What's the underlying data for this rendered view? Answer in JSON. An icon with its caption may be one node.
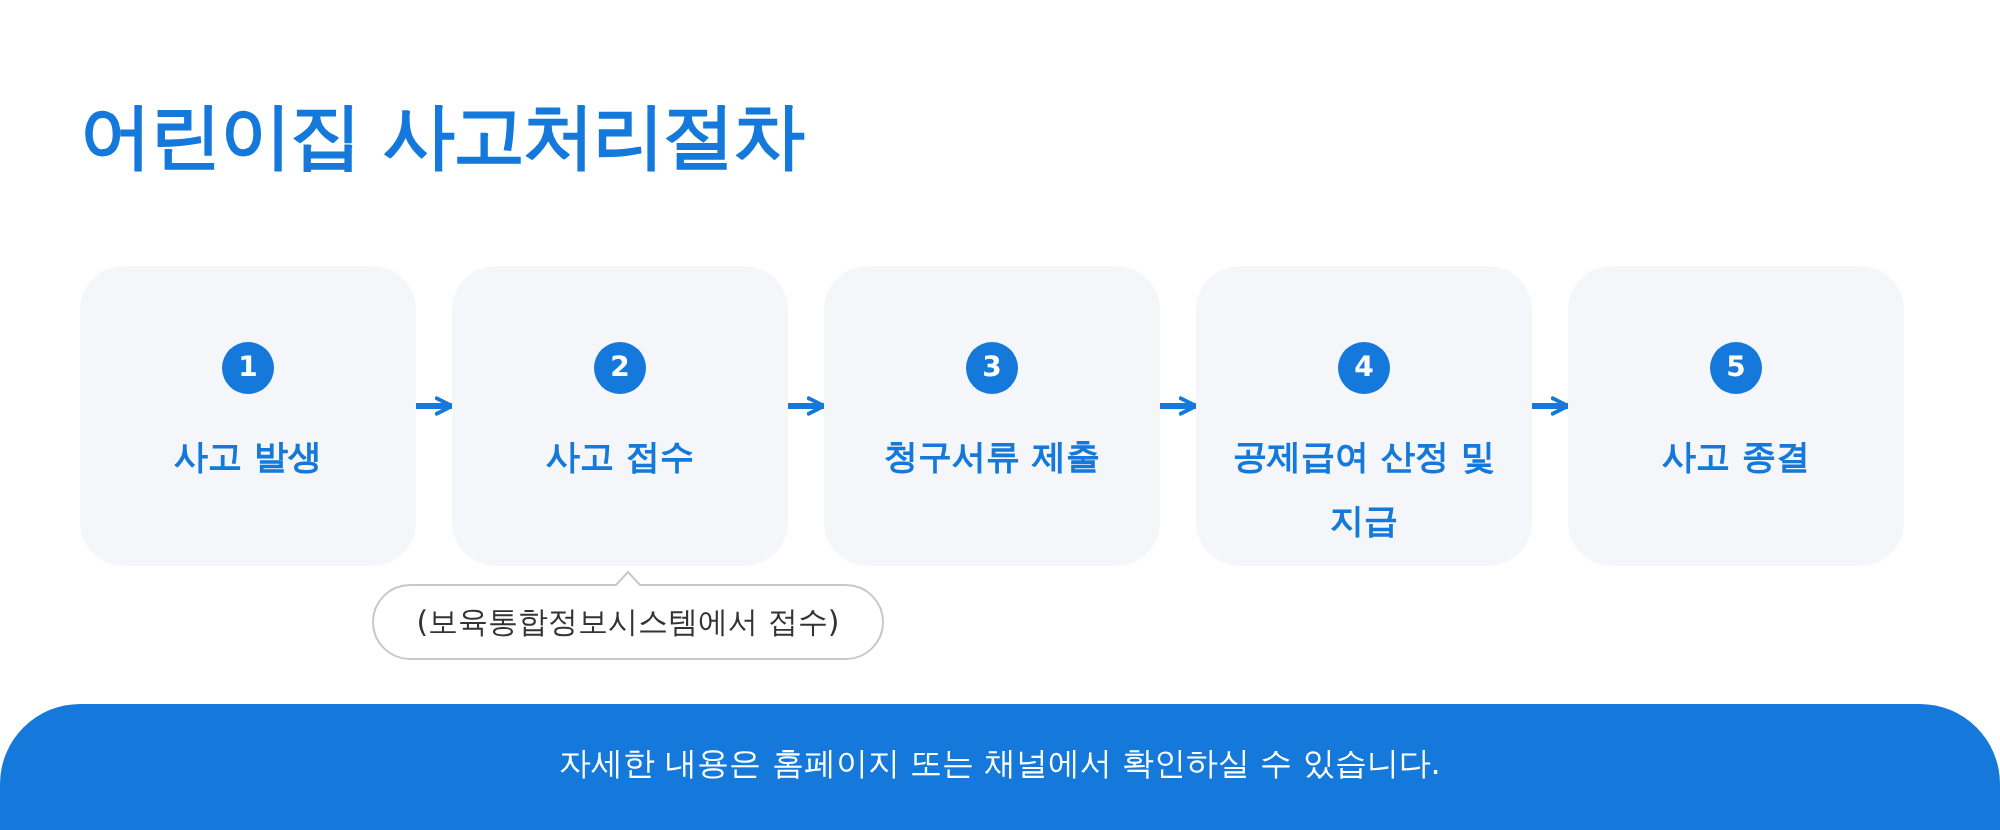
{
  "diagram": {
    "title": "어린이집 사고처리절차",
    "nodes": [
      {
        "text": [
          "1",
          "사고 발생"
        ]
      },
      {
        "text": [
          "2",
          "사고 접수"
        ]
      },
      {
        "text": [
          "3",
          "청구서류 제출"
        ]
      },
      {
        "text": [
          "4",
          "공제급여 산정 및 지급"
        ]
      },
      {
        "text": [
          "5",
          "사고 종결"
        ]
      },
      {
        "text": [
          "(보육통합정보시스템에서 접수)"
        ]
      },
      {
        "text": [
          "자세한 내용은 홈페이지 또는 채널에서 확인하실 수 있습니다."
        ]
      }
    ],
    "edges": [
      {
        "from": 0,
        "to": 1,
        "arrow": "to"
      },
      {
        "from": 1,
        "to": 2,
        "arrow": "to"
      },
      {
        "from": 2,
        "to": 3,
        "arrow": "to"
      },
      {
        "from": 3,
        "to": 4,
        "arrow": "to"
      }
    ]
  }
}
